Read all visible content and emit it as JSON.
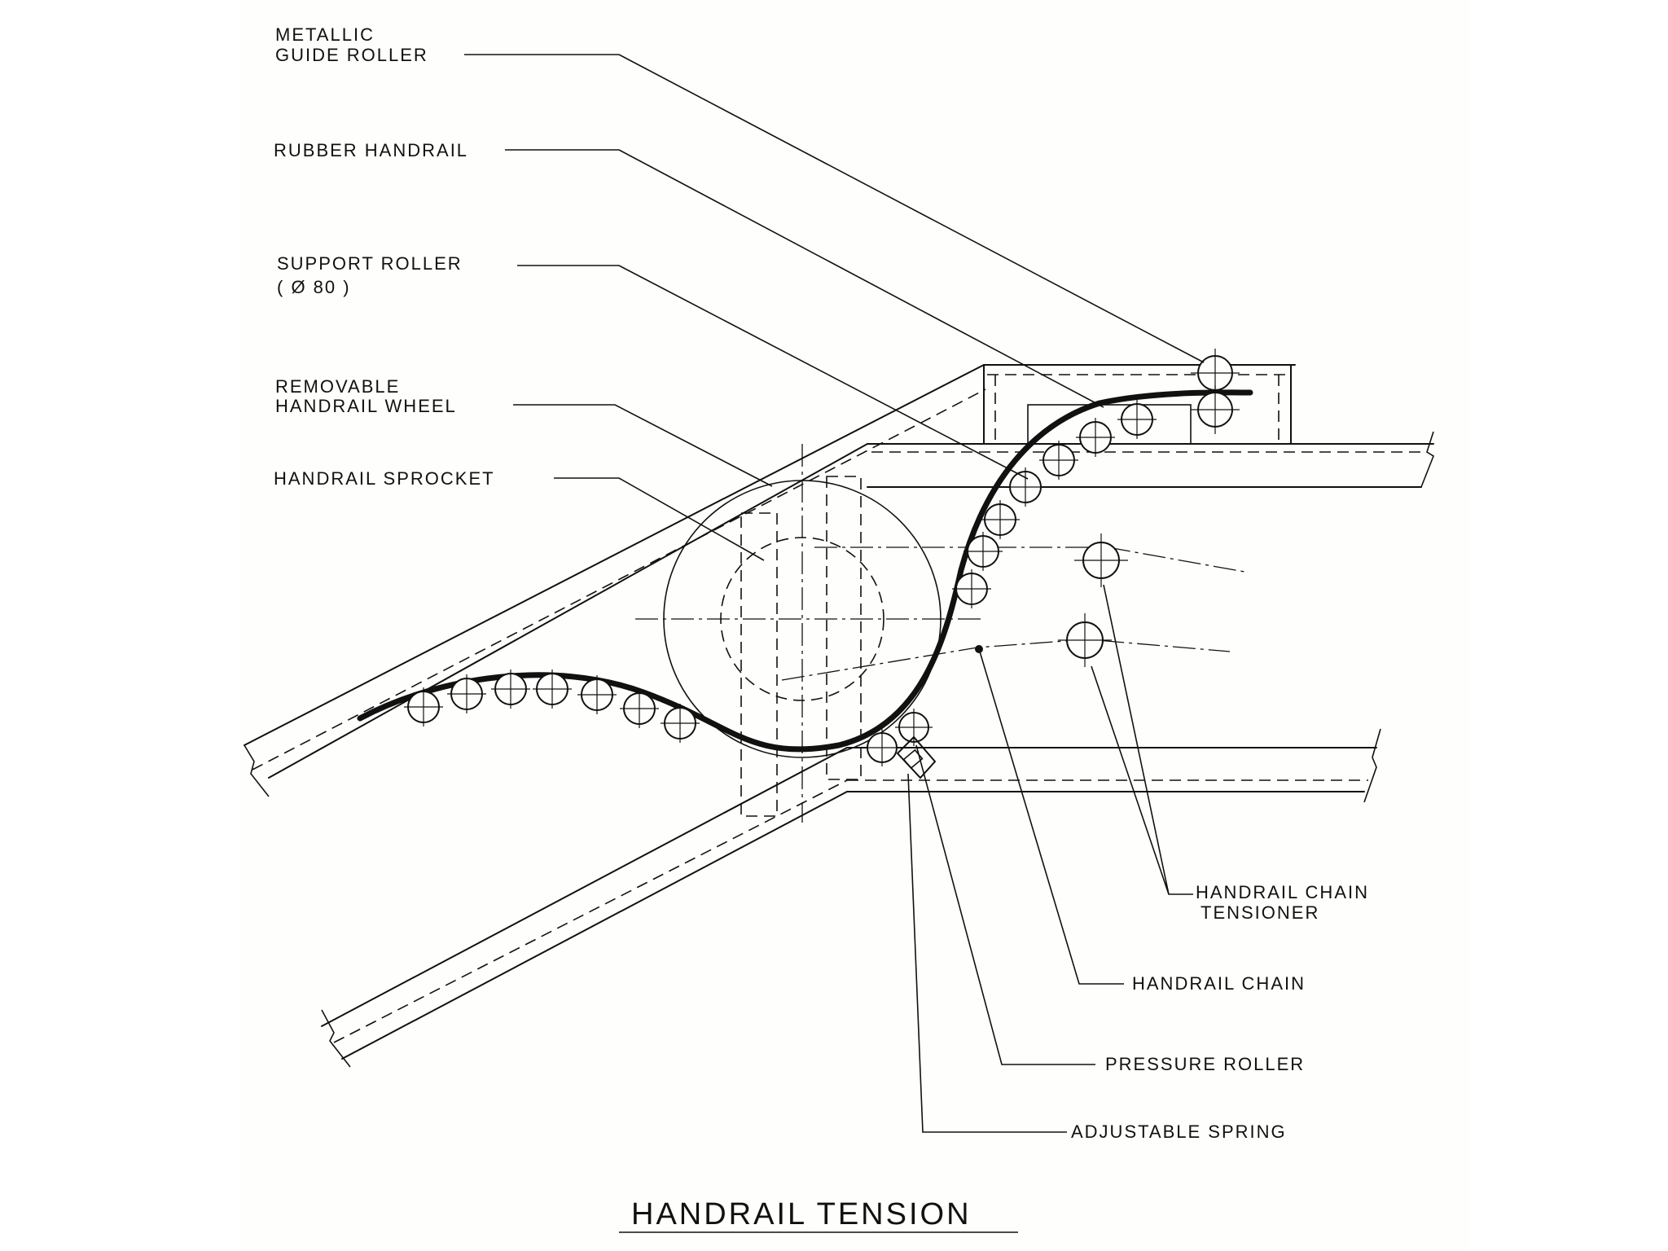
{
  "diagram": {
    "title": "HANDRAIL  TENSION",
    "labels_left": [
      {
        "id": "metallic-guide-roller",
        "lines": [
          "METALLIC",
          "GUIDE  ROLLER"
        ]
      },
      {
        "id": "rubber-handrail",
        "lines": [
          "RUBBER  HANDRAIL"
        ]
      },
      {
        "id": "support-roller",
        "lines": [
          "SUPPORT   ROLLER",
          "( Ø 80 )"
        ]
      },
      {
        "id": "removable-handrail-wheel",
        "lines": [
          "REMOVABLE",
          "HANDRAIL   WHEEL"
        ]
      },
      {
        "id": "handrail-sprocket",
        "lines": [
          "HANDRAIL   SPROCKET"
        ]
      }
    ],
    "labels_right": [
      {
        "id": "handrail-chain-tensioner",
        "lines": [
          "HANDRAIL  CHAIN",
          "TENSIONER"
        ]
      },
      {
        "id": "handrail-chain",
        "lines": [
          "HANDRAIL   CHAIN"
        ]
      },
      {
        "id": "pressure-roller",
        "lines": [
          "PRESSURE  ROLLER"
        ]
      },
      {
        "id": "adjustable-spring",
        "lines": [
          "ADJUSTABLE  SPRING"
        ]
      }
    ]
  }
}
